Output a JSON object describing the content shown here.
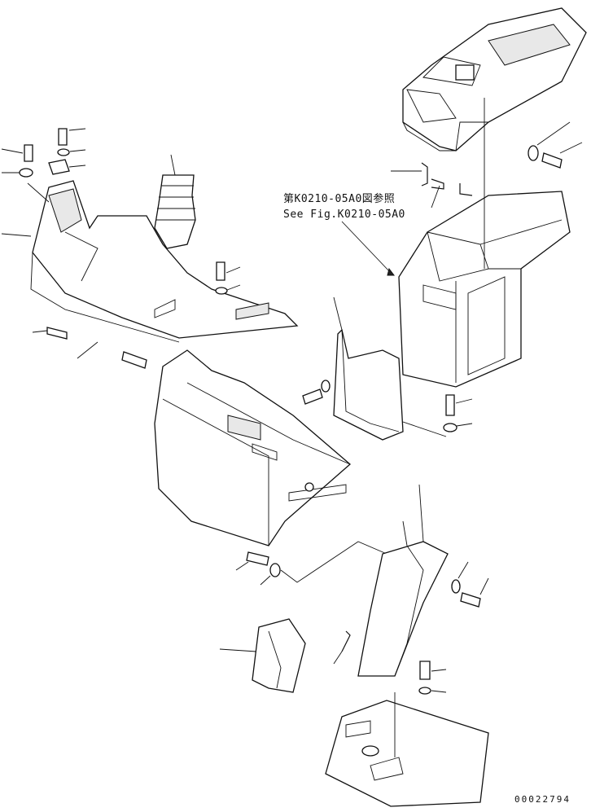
{
  "reference": {
    "line_ja": "第K0210-05A0図参照",
    "line_en": "See Fig.K0210-05A0"
  },
  "document_number": "00022794"
}
